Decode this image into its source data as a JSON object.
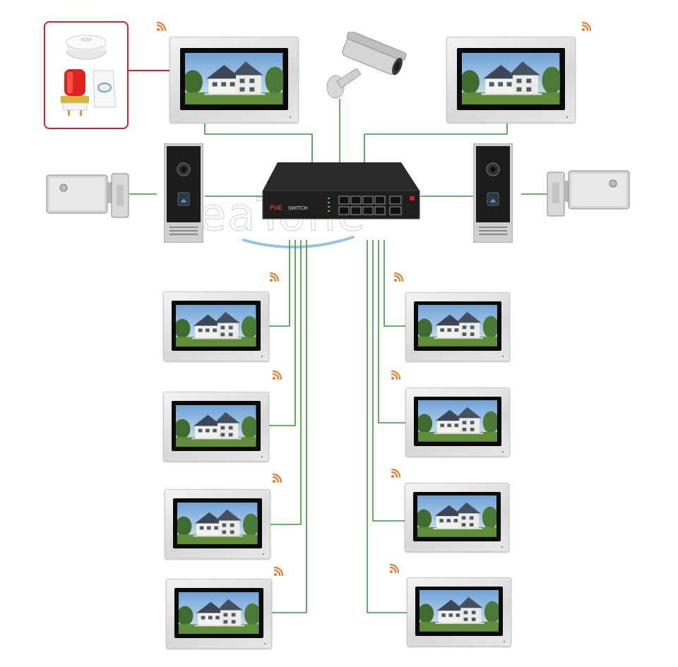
{
  "watermark": {
    "text": "JeaTone"
  },
  "switch": {
    "brand_text": "PoE",
    "label": "SWITCH"
  },
  "colors": {
    "wire": "#3a9a3a",
    "alarm_box_border": "#c0272d",
    "wifi": "#f07a2a"
  },
  "icons": [
    "wifi-icon",
    "smoke-detector-icon",
    "alarm-beacon-icon",
    "pir-sensor-icon",
    "cctv-camera-icon",
    "electric-lock-icon",
    "door-station-icon",
    "poe-switch-icon",
    "indoor-monitor-icon"
  ]
}
